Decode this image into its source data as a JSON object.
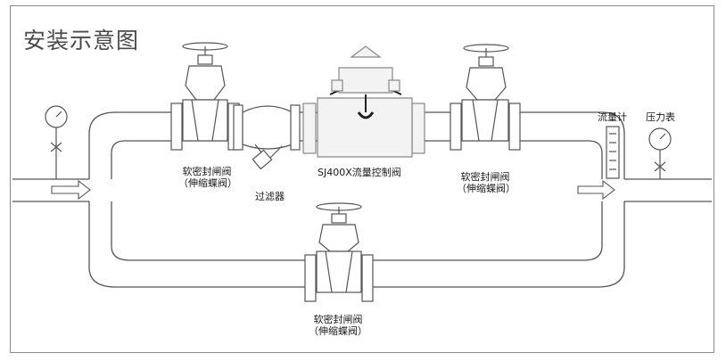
{
  "title": "安装示意图",
  "labels": {
    "valve_left_1": "软密封闸阀",
    "valve_left_2": "（伸缩蝶阀）",
    "strainer": "过滤器",
    "control_valve": "SJ400X流量控制阀",
    "valve_right_1": "软密封闸阀",
    "valve_right_2": "（伸缩蝶阀）",
    "valve_bottom_1": "软密封闸阀",
    "valve_bottom_2": "（伸缩蝶阀）",
    "flowmeter": "流量计",
    "pressure_gauge": "压力表"
  }
}
